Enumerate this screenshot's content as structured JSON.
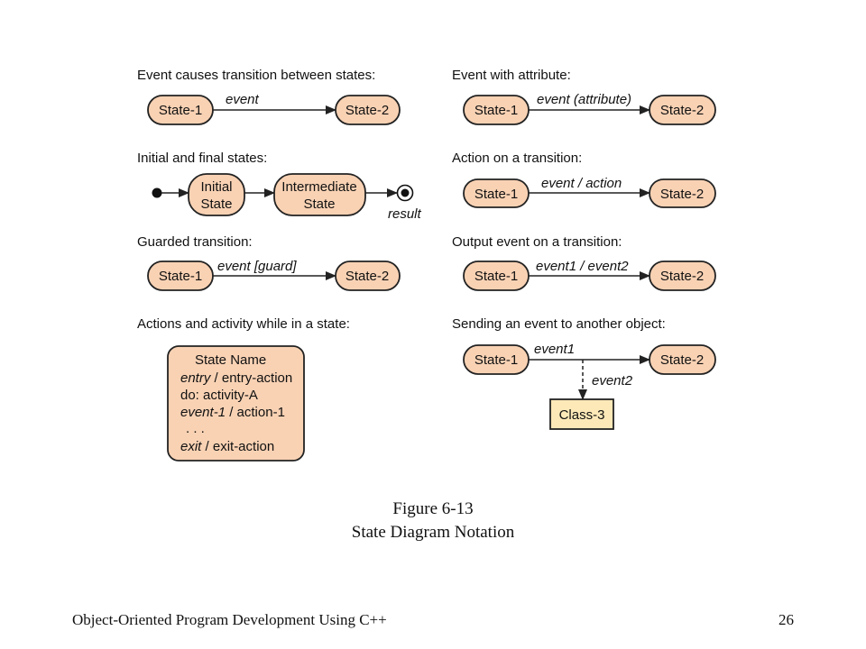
{
  "panels": {
    "transition": {
      "heading": "Event causes transition between states:",
      "from": "State-1",
      "to": "State-2",
      "event": "event"
    },
    "attribute": {
      "heading": "Event with attribute:",
      "from": "State-1",
      "to": "State-2",
      "event": "event (attribute)"
    },
    "initial_final": {
      "heading": "Initial and final states:",
      "initial_line1": "Initial",
      "initial_line2": "State",
      "intermediate_line1": "Intermediate",
      "intermediate_line2": "State",
      "final_label": "result"
    },
    "action": {
      "heading": "Action on a transition:",
      "from": "State-1",
      "to": "State-2",
      "event": "event / action"
    },
    "guarded": {
      "heading": "Guarded transition:",
      "from": "State-1",
      "to": "State-2",
      "event": "event [guard]"
    },
    "output": {
      "heading": "Output event on a transition:",
      "from": "State-1",
      "to": "State-2",
      "event": "event1 / event2"
    },
    "activity": {
      "heading": "Actions and activity while in a state:",
      "state_name": "State Name",
      "rows": [
        {
          "keyword": "entry",
          "rest": " / entry-action"
        },
        {
          "keyword": "",
          "rest": "do: activity-A"
        },
        {
          "keyword": "event-1",
          "rest": " / action-1"
        },
        {
          "keyword": "",
          "rest": ". . ."
        },
        {
          "keyword": "exit",
          "rest": " / exit-action"
        }
      ]
    },
    "sending": {
      "heading": "Sending an event to another object:",
      "from": "State-1",
      "to": "State-2",
      "event": "event1",
      "sent_event": "event2",
      "target": "Class-3"
    }
  },
  "caption": {
    "line1": "Figure 6-13",
    "line2": "State Diagram Notation"
  },
  "footer": {
    "title": "Object-Oriented Program Development Using C++",
    "page": "26"
  },
  "colors": {
    "state_fill": "#f9d2b4",
    "class_fill": "#fde9b8",
    "stroke": "#222222"
  }
}
